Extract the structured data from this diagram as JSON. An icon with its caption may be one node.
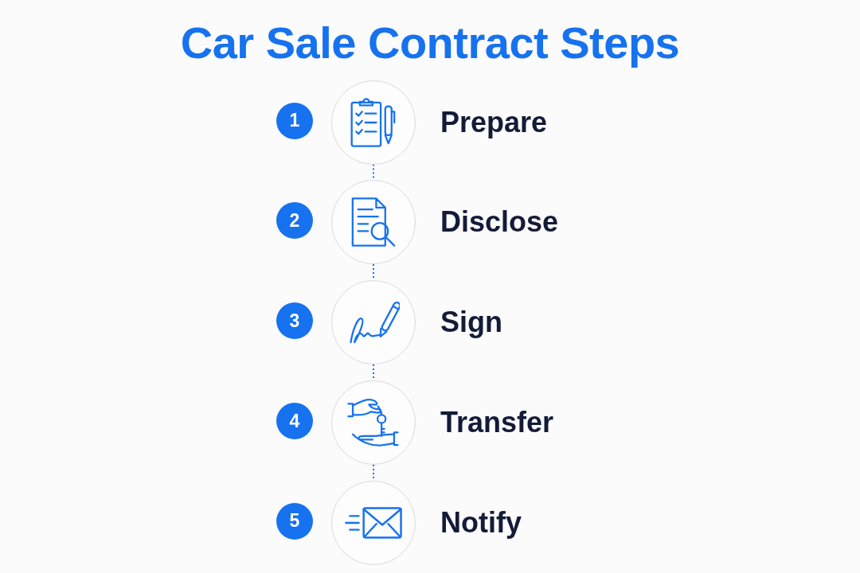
{
  "diagram": {
    "title": "Car Sale Contract Steps",
    "nodes": [
      {
        "text": [
          "1"
        ]
      },
      {
        "text": [],
        "shape": "circle",
        "beside": [
          "Prepare"
        ]
      },
      {
        "text": [
          "2"
        ]
      },
      {
        "text": [],
        "shape": "circle",
        "beside": [
          "Disclose"
        ]
      },
      {
        "text": [
          "3"
        ]
      },
      {
        "text": [],
        "shape": "circle",
        "beside": [
          "Sign"
        ]
      },
      {
        "text": [
          "4"
        ]
      },
      {
        "text": [],
        "shape": "circle",
        "beside": [
          "Transfer"
        ]
      },
      {
        "text": [
          "5"
        ]
      },
      {
        "text": [],
        "shape": "circle",
        "beside": [
          "Notify"
        ]
      }
    ],
    "edges": [
      {
        "from": 1,
        "to": 3,
        "arrow": "none",
        "style": "dashed"
      },
      {
        "from": 3,
        "to": 5,
        "arrow": "none",
        "style": "dashed"
      },
      {
        "from": 5,
        "to": 7,
        "arrow": "none",
        "style": "dashed"
      },
      {
        "from": 7,
        "to": 9,
        "arrow": "none",
        "style": "dashed"
      }
    ]
  }
}
